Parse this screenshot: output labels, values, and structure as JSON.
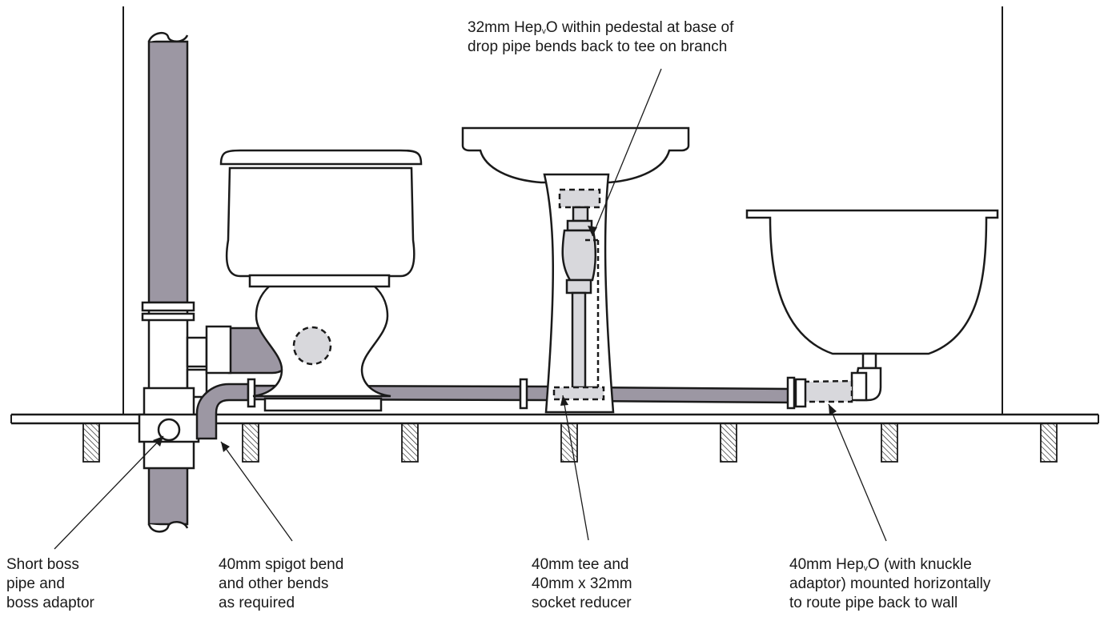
{
  "labels": {
    "top": {
      "line1_pre": "32mm Hep",
      "line1_sub": "v",
      "line1_post": "O within pedestal at base of",
      "line2": "drop pipe bends back to tee on branch"
    },
    "boss": {
      "line1": "Short boss",
      "line2": "pipe and",
      "line3": "boss adaptor"
    },
    "spigot": {
      "line1": "40mm spigot bend",
      "line2": "and other bends",
      "line3": "as required"
    },
    "tee": {
      "line1": "40mm tee and",
      "line2": "40mm x 32mm",
      "line3": "socket reducer"
    },
    "bath": {
      "line1_pre": "40mm Hep",
      "line1_sub": "v",
      "line1_post": "O (with knuckle",
      "line2": "adaptor) mounted horizontally",
      "line3": "to route pipe back to wall"
    }
  },
  "colors": {
    "line": "#1a1a1a",
    "pipe_fill": "#9c97a3",
    "pipe_light": "#d8d8dc",
    "fixture_fill": "#ffffff"
  }
}
